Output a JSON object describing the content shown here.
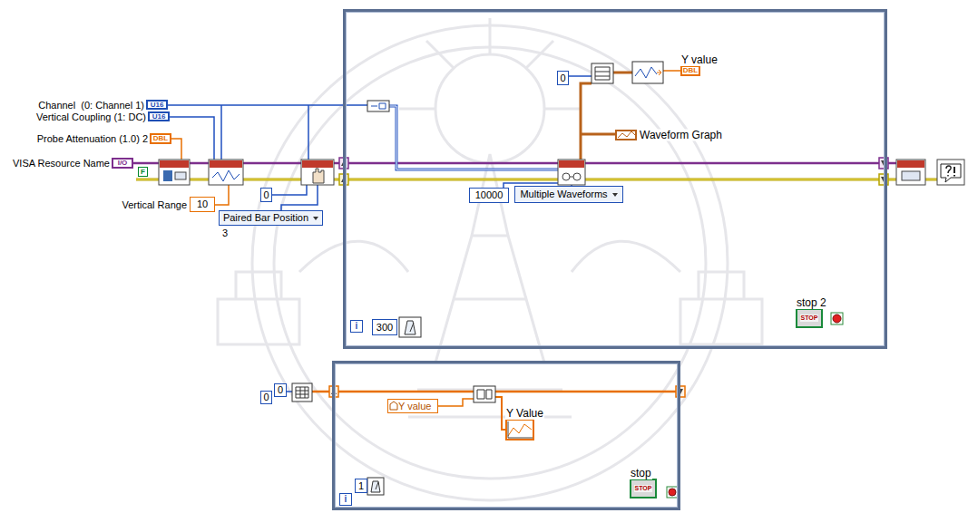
{
  "diagram": {
    "nodes": [
      {
        "text": [
          "Channel  (0: Channel 1)",
          "U16"
        ]
      },
      {
        "text": [
          "Vertical Coupling (1: DC)",
          "U16"
        ]
      },
      {
        "text": [
          "Probe Attenuation (1.0) 2",
          "DBL"
        ]
      },
      {
        "text": [
          "VISA Resource Name",
          "I/O"
        ]
      },
      {
        "text": [
          "F"
        ]
      },
      {
        "text": [
          "Vertical Range",
          "10"
        ]
      },
      {
        "text": [
          "0"
        ]
      },
      {
        "text": [
          "Paired Bar Position",
          "3"
        ]
      },
      {
        "text": [
          "i"
        ]
      },
      {
        "text": [
          "0"
        ],
        "in": 8
      },
      {
        "text": [
          "Y value",
          "DBL"
        ],
        "in": 8
      },
      {
        "text": [
          "Waveform Graph"
        ],
        "in": 8
      },
      {
        "text": [
          "10000"
        ],
        "in": 8
      },
      {
        "text": [
          "Multiple Waveforms"
        ],
        "in": 8
      },
      {
        "text": [
          "300"
        ],
        "in": 8
      },
      {
        "text": [
          "stop 2",
          "STOP"
        ],
        "in": 8
      },
      {
        "text": [
          "0"
        ]
      },
      {
        "text": [
          "0"
        ]
      },
      {
        "text": [
          "i"
        ]
      },
      {
        "text": [
          "Y value"
        ],
        "in": 18
      },
      {
        "text": [
          "Y Value"
        ],
        "in": 18
      },
      {
        "text": [
          "1"
        ],
        "in": 18
      },
      {
        "text": [
          "stop",
          "STOP"
        ],
        "in": 18
      }
    ]
  }
}
